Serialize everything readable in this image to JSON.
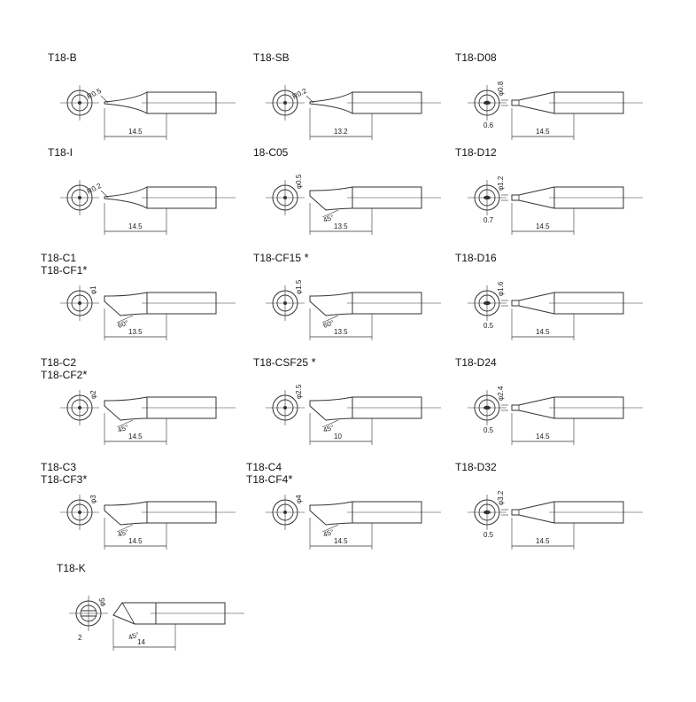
{
  "tips": [
    {
      "name": "T18-B",
      "name2": "",
      "form": "conical",
      "dims": [
        "R0.5",
        "14.5"
      ]
    },
    {
      "name": "T18-SB",
      "name2": "",
      "form": "conical",
      "dims": [
        "R0.2",
        "13.2"
      ]
    },
    {
      "name": "T18-D08",
      "name2": "",
      "form": "chisel",
      "dims": [
        "φ0.8",
        "0.6",
        "14.5"
      ]
    },
    {
      "name": "T18-I",
      "name2": "",
      "form": "conical",
      "dims": [
        "R0.2",
        "14.5"
      ]
    },
    {
      "name": "18-C05",
      "name2": "",
      "form": "bevel",
      "dims": [
        "φ0.5",
        "45°",
        "13.5"
      ]
    },
    {
      "name": "T18-D12",
      "name2": "",
      "form": "chisel",
      "dims": [
        "φ1.2",
        "0.7",
        "14.5"
      ]
    },
    {
      "name": "T18-C1",
      "name2": "T18-CF1",
      "star": "*",
      "form": "bevel",
      "dims": [
        "φ1",
        "60°",
        "13.5"
      ]
    },
    {
      "name": "T18-CF15",
      "name2": "",
      "star": "*",
      "form": "bevel",
      "dims": [
        "φ1.5",
        "60°",
        "13.5"
      ]
    },
    {
      "name": "T18-D16",
      "name2": "",
      "form": "chisel",
      "dims": [
        "φ1.6",
        "0.5",
        "14.5"
      ]
    },
    {
      "name": "T18-C2",
      "name2": "T18-CF2",
      "star": "*",
      "form": "bevel",
      "dims": [
        "φ2",
        "45°",
        "14.5"
      ]
    },
    {
      "name": "T18-CSF25",
      "name2": "",
      "star": "*",
      "form": "bevel",
      "dims": [
        "φ2.5",
        "45°",
        "10"
      ]
    },
    {
      "name": "T18-D24",
      "name2": "",
      "form": "chisel",
      "dims": [
        "φ2.4",
        "0.5",
        "14.5"
      ]
    },
    {
      "name": "T18-C3",
      "name2": "T18-CF3",
      "star": "*",
      "form": "bevel",
      "dims": [
        "φ3",
        "45°",
        "14.5"
      ]
    },
    {
      "name": "T18-C4",
      "name2": "T18-CF4",
      "star": "*",
      "form": "bevel",
      "dims": [
        "φ4",
        "45°",
        "14.5"
      ]
    },
    {
      "name": "T18-D32",
      "name2": "",
      "form": "chisel",
      "dims": [
        "φ3.2",
        "0.5",
        "14.5"
      ]
    },
    {
      "name": "T18-K",
      "name2": "",
      "form": "knife",
      "dims": [
        "φ5",
        "2",
        "45°",
        "14"
      ]
    }
  ]
}
